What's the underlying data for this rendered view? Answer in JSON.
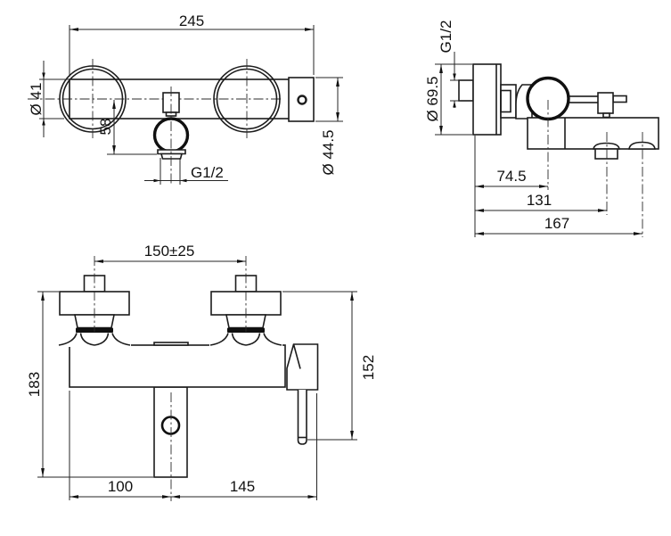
{
  "colors": {
    "ink": "#1c1c1c",
    "background": "#ffffff"
  },
  "views": {
    "top": {
      "dims": {
        "overall_width": "245",
        "body_diameter": "Ø 41",
        "outlet_offset": "58",
        "outlet_thread": "G1/2",
        "end_diameter": "Ø 44.5"
      }
    },
    "side": {
      "dims": {
        "inlet_thread": "G1/2",
        "rosette_diameter": "Ø 69.5",
        "wall_to_cartridge": "74.5",
        "wall_to_outlet": "131",
        "wall_to_front": "167"
      }
    },
    "front": {
      "dims": {
        "inlet_centers": "150±25",
        "overall_height": "183",
        "lever_height": "152",
        "edge_to_spout": "100",
        "spout_to_lever": "145"
      }
    }
  }
}
